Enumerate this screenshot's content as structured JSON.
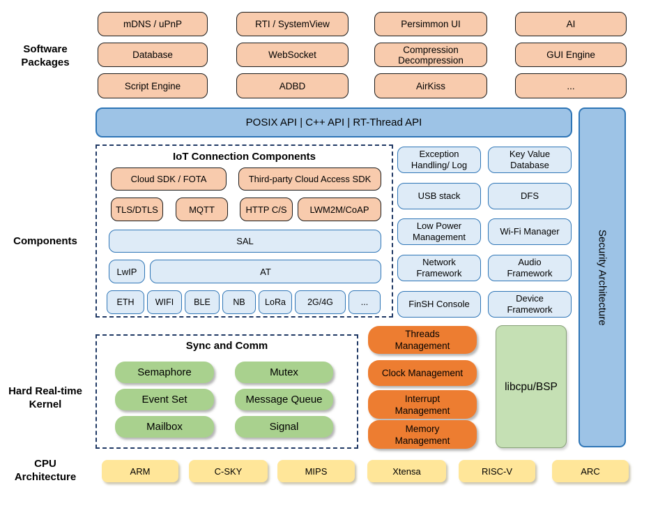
{
  "side_labels": {
    "software": {
      "line1": "Software",
      "line2": "Packages"
    },
    "components": {
      "line1": "Components",
      "line2": ""
    },
    "kernel": {
      "line1": "Hard Real-time",
      "line2": "Kernel"
    },
    "cpu": {
      "line1": "CPU",
      "line2": "Architecture"
    }
  },
  "packages": {
    "row1": [
      "mDNS / uPnP",
      "RTI / SystemView",
      "Persimmon UI",
      "AI"
    ],
    "row2": [
      "Database",
      "WebSocket",
      "Compression\nDecompression",
      "GUI Engine"
    ],
    "row3": [
      "Script Engine",
      "ADBD",
      "AirKiss",
      "..."
    ]
  },
  "api_bar": {
    "label": "POSIX API | C++ API | RT-Thread API"
  },
  "security_bar": {
    "label": "Security Architecture"
  },
  "iot": {
    "title": "IoT Connection Components",
    "cloud_sdk": "Cloud SDK / FOTA",
    "third_party_sdk": "Third-party Cloud Access SDK",
    "protocols": [
      "TLS/DTLS",
      "MQTT",
      "HTTP C/S",
      "LWM2M/CoAP"
    ],
    "sal": "SAL",
    "lwip": "LwIP",
    "at": "AT",
    "links": [
      "ETH",
      "WIFI",
      "BLE",
      "NB",
      "LoRa",
      "2G/4G",
      "..."
    ]
  },
  "services": {
    "col_a": [
      "Exception\nHandling/ Log",
      "USB stack",
      "Low Power\nManagement",
      "Network\nFramework",
      "FinSH Console"
    ],
    "col_b": [
      "Key Value\nDatabase",
      "DFS",
      "Wi-Fi Manager",
      "Audio\nFramework",
      "Device\nFramework"
    ]
  },
  "kernel": {
    "sync_title": "Sync and Comm",
    "sync_col_a": [
      "Semaphore",
      "Event Set",
      "Mailbox"
    ],
    "sync_col_b": [
      "Mutex",
      "Message Queue",
      "Signal"
    ],
    "management": [
      "Threads\nManagement",
      "Clock Management",
      "Interrupt\nManagement",
      "Memory\nManagement"
    ],
    "libcpu": "libcpu/BSP"
  },
  "cpu_row": [
    "ARM",
    "C-SKY",
    "MIPS",
    "Xtensa",
    "RISC-V",
    "ARC"
  ],
  "colors": {
    "package_fill": "#F8CBAD",
    "package_border": "#1A1A1A",
    "api_fill": "#9DC3E6",
    "api_border": "#2E75B6",
    "service_fill": "#DEEBF7",
    "dashed_border": "#1F3864",
    "green_fill": "#A9D18E",
    "management_fill": "#ED7D31",
    "libcpu_fill": "#C5E0B4",
    "cpu_fill": "#FFE699"
  }
}
